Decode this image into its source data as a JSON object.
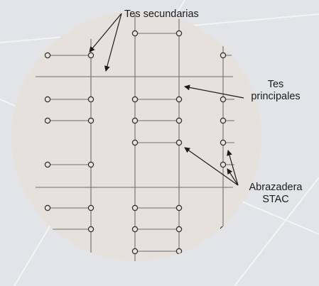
{
  "labels": {
    "secondary_tees": "Tes secundarias",
    "main_tees_line1": "Tes",
    "main_tees_line2": "principales",
    "clip_line1": "Abrazadera",
    "clip_line2": "STAC"
  },
  "colors": {
    "background": "#e3e4e7",
    "circle_fill": "#e6e1dc",
    "line": "#6f6f6f",
    "text": "#1b1b1b"
  }
}
